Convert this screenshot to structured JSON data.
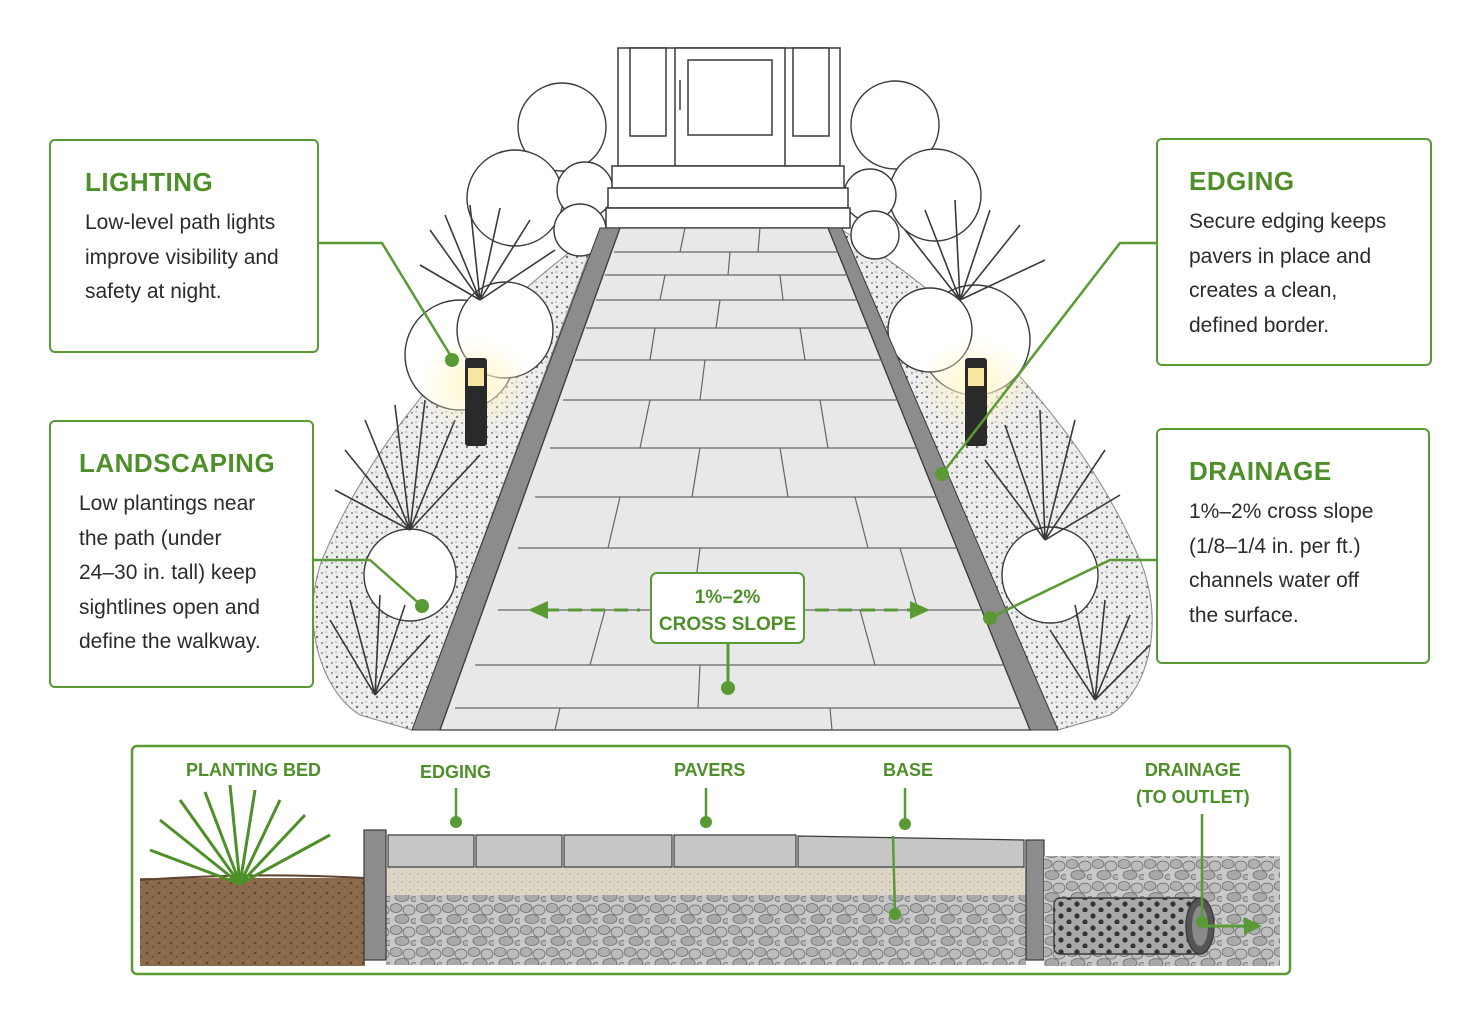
{
  "callouts": {
    "lighting": {
      "title": "LIGHTING",
      "lines": [
        "Low-level path lights",
        "improve visibility and",
        "safety at night."
      ]
    },
    "landscaping": {
      "title": "LANDSCAPING",
      "lines": [
        "Low plantings near",
        "the path (under",
        "24–30 in. tall) keep",
        "sightlines open and",
        "define the walkway."
      ]
    },
    "edging": {
      "title": "EDGING",
      "lines": [
        "Secure edging keeps",
        "pavers in place and",
        "creates a clean,",
        "defined border."
      ]
    },
    "drainage": {
      "title": "DRAINAGE",
      "lines": [
        "1%–2% cross slope",
        "(1/8–1/4 in. per ft.)",
        "channels water off",
        "the surface."
      ]
    }
  },
  "slope_label": {
    "line1": "1%–2%",
    "line2": "CROSS SLOPE"
  },
  "cross_section": {
    "planting_bed": "PLANTING BED",
    "edging": "EDGING",
    "pavers": "PAVERS",
    "base": "BASE",
    "drainage_line1": "DRAINAGE",
    "drainage_line2": "(TO OUTLET)"
  },
  "colors": {
    "accent": "#5a9a34",
    "accent_text": "#4f8f2a",
    "text": "#2b2b2b"
  }
}
